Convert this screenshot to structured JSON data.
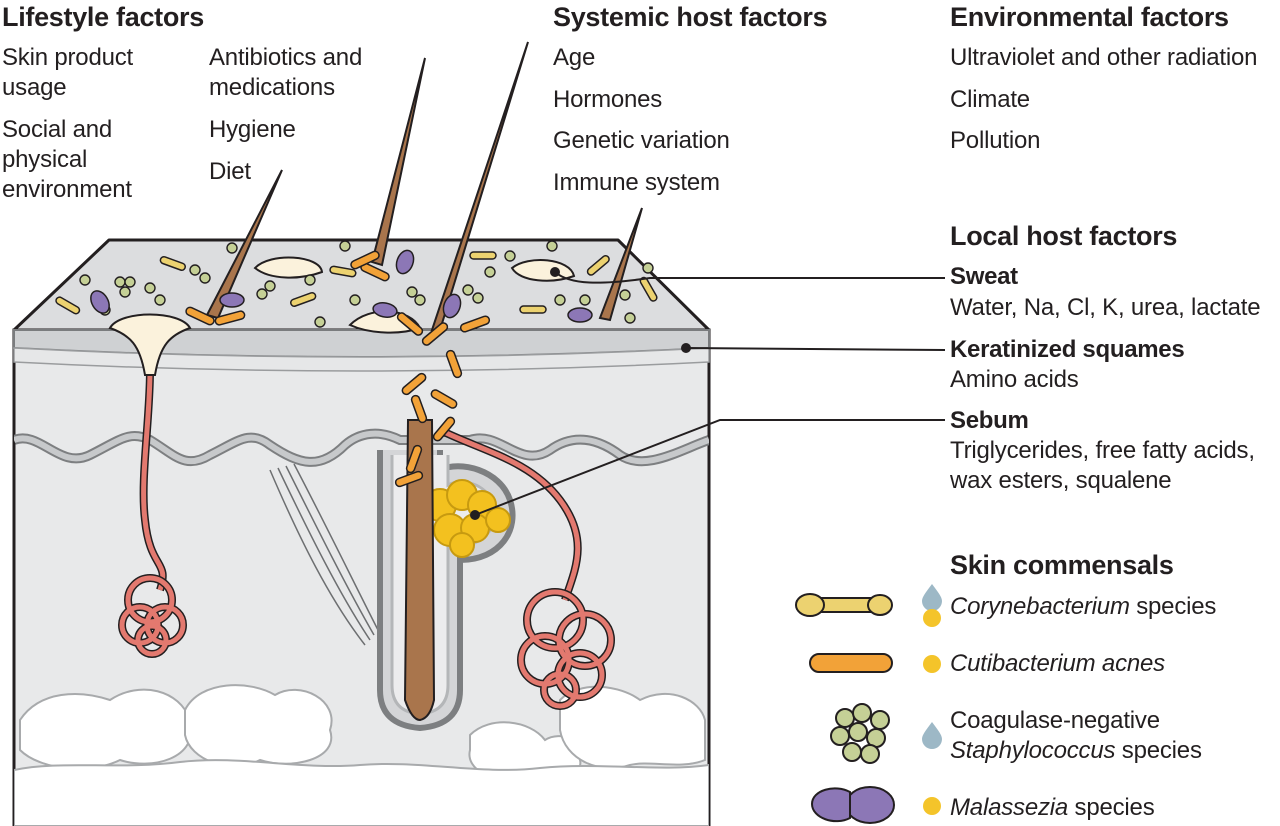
{
  "lifestyle": {
    "title": "Lifestyle factors",
    "col1": [
      [
        "Skin product",
        "usage"
      ],
      [
        "Social and",
        "physical",
        "environment"
      ]
    ],
    "col2": [
      [
        "Antibiotics and",
        "medications"
      ],
      [
        "Hygiene"
      ],
      [
        "Diet"
      ]
    ]
  },
  "systemic": {
    "title": "Systemic host factors",
    "items": [
      "Age",
      "Hormones",
      "Genetic variation",
      "Immune system"
    ]
  },
  "environmental": {
    "title": "Environmental factors",
    "items": [
      "Ultraviolet and other radiation",
      "Climate",
      "Pollution"
    ]
  },
  "local": {
    "title": "Local host factors",
    "sweat": {
      "title": "Sweat",
      "lines": [
        "Water, Na, Cl, K, urea, lactate"
      ]
    },
    "squames": {
      "title": "Keratinized squames",
      "lines": [
        "Amino acids"
      ]
    },
    "sebum": {
      "title": "Sebum",
      "lines": [
        "Triglycerides, free fatty acids,",
        "wax esters, squalene"
      ]
    }
  },
  "commensals": {
    "title": "Skin commensals",
    "items": [
      {
        "italic": "Corynebacterium",
        "rest": " species"
      },
      {
        "italic": "Cutibacterium acnes",
        "rest": ""
      },
      {
        "line1": "Coagulase-negative",
        "italic": "Staphylococcus",
        "rest": " species"
      },
      {
        "italic": "Malassezia",
        "rest": " species"
      }
    ]
  },
  "colors": {
    "skin_top": "#e2e3e4",
    "dermis": "#e8e9ea",
    "hair": "#a9754c",
    "sweat_gland": "#e3796f",
    "sebum_gland": "#f3c11f",
    "coryne": "#ecd270",
    "cuti": "#f2a238",
    "staph": "#c5d096",
    "malassezia": "#8c77b6",
    "dot_yellow": "#f4c42a",
    "drop_blue": "#9db8c6"
  }
}
